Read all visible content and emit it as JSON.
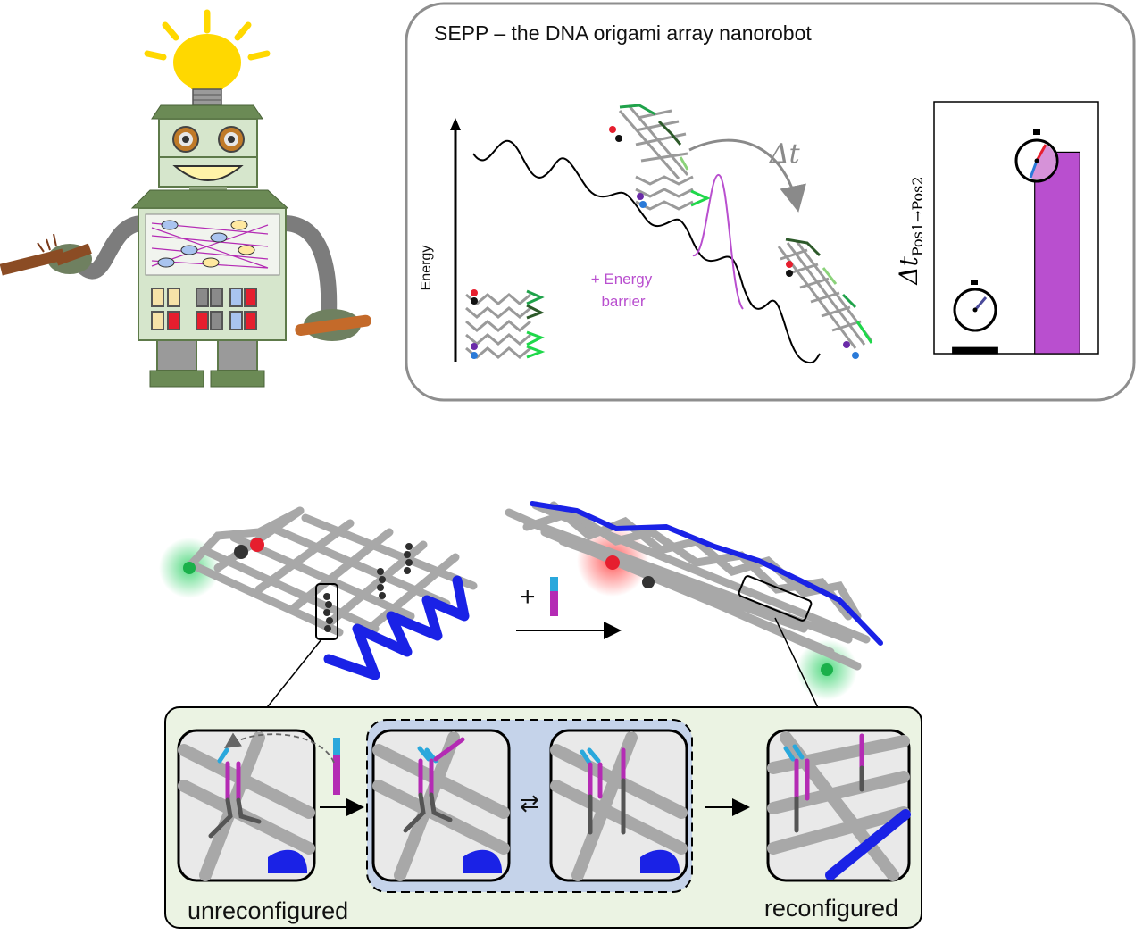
{
  "panel": {
    "title": "SEPP – the DNA origami array nanorobot",
    "energy_axis_label": "Energy",
    "barrier_label_line1": "+ Energy",
    "barrier_label_line2": "barrier",
    "delta_t_label": "Δt",
    "bar_axis_label_main": "Δt",
    "bar_axis_label_sub": "Pos1→Pos2"
  },
  "chart_data": {
    "type": "bar",
    "categories": [
      "",
      ""
    ],
    "values": [
      0.03,
      1.0
    ],
    "colors": [
      "#000000",
      "#b94fcf"
    ],
    "ylabel": "Δt Pos1→Pos2",
    "ylim": [
      0,
      1.25
    ],
    "grid": false
  },
  "reaction": {
    "plus_sign": "+"
  },
  "inset": {
    "left_label": "unreconfigured",
    "right_label": "reconfigured",
    "equilibrium_symbol": "⇄"
  },
  "colors": {
    "barrier": "#b94fcf",
    "blue_loop": "#1a22e6",
    "gray_helix": "#a8a8a8",
    "inset_bg": "#ebf3e3",
    "dashed_box_bg": "#c5d3ea",
    "strand_cyan": "#2aa8dc",
    "strand_magenta": "#b42bb4",
    "lightbulb": "#ffd800",
    "robot_body": "#d6e6cc",
    "robot_dark": "#5e7a4a"
  },
  "icons": [
    "lightbulb-icon",
    "stopwatch-icon",
    "robot-icon"
  ]
}
